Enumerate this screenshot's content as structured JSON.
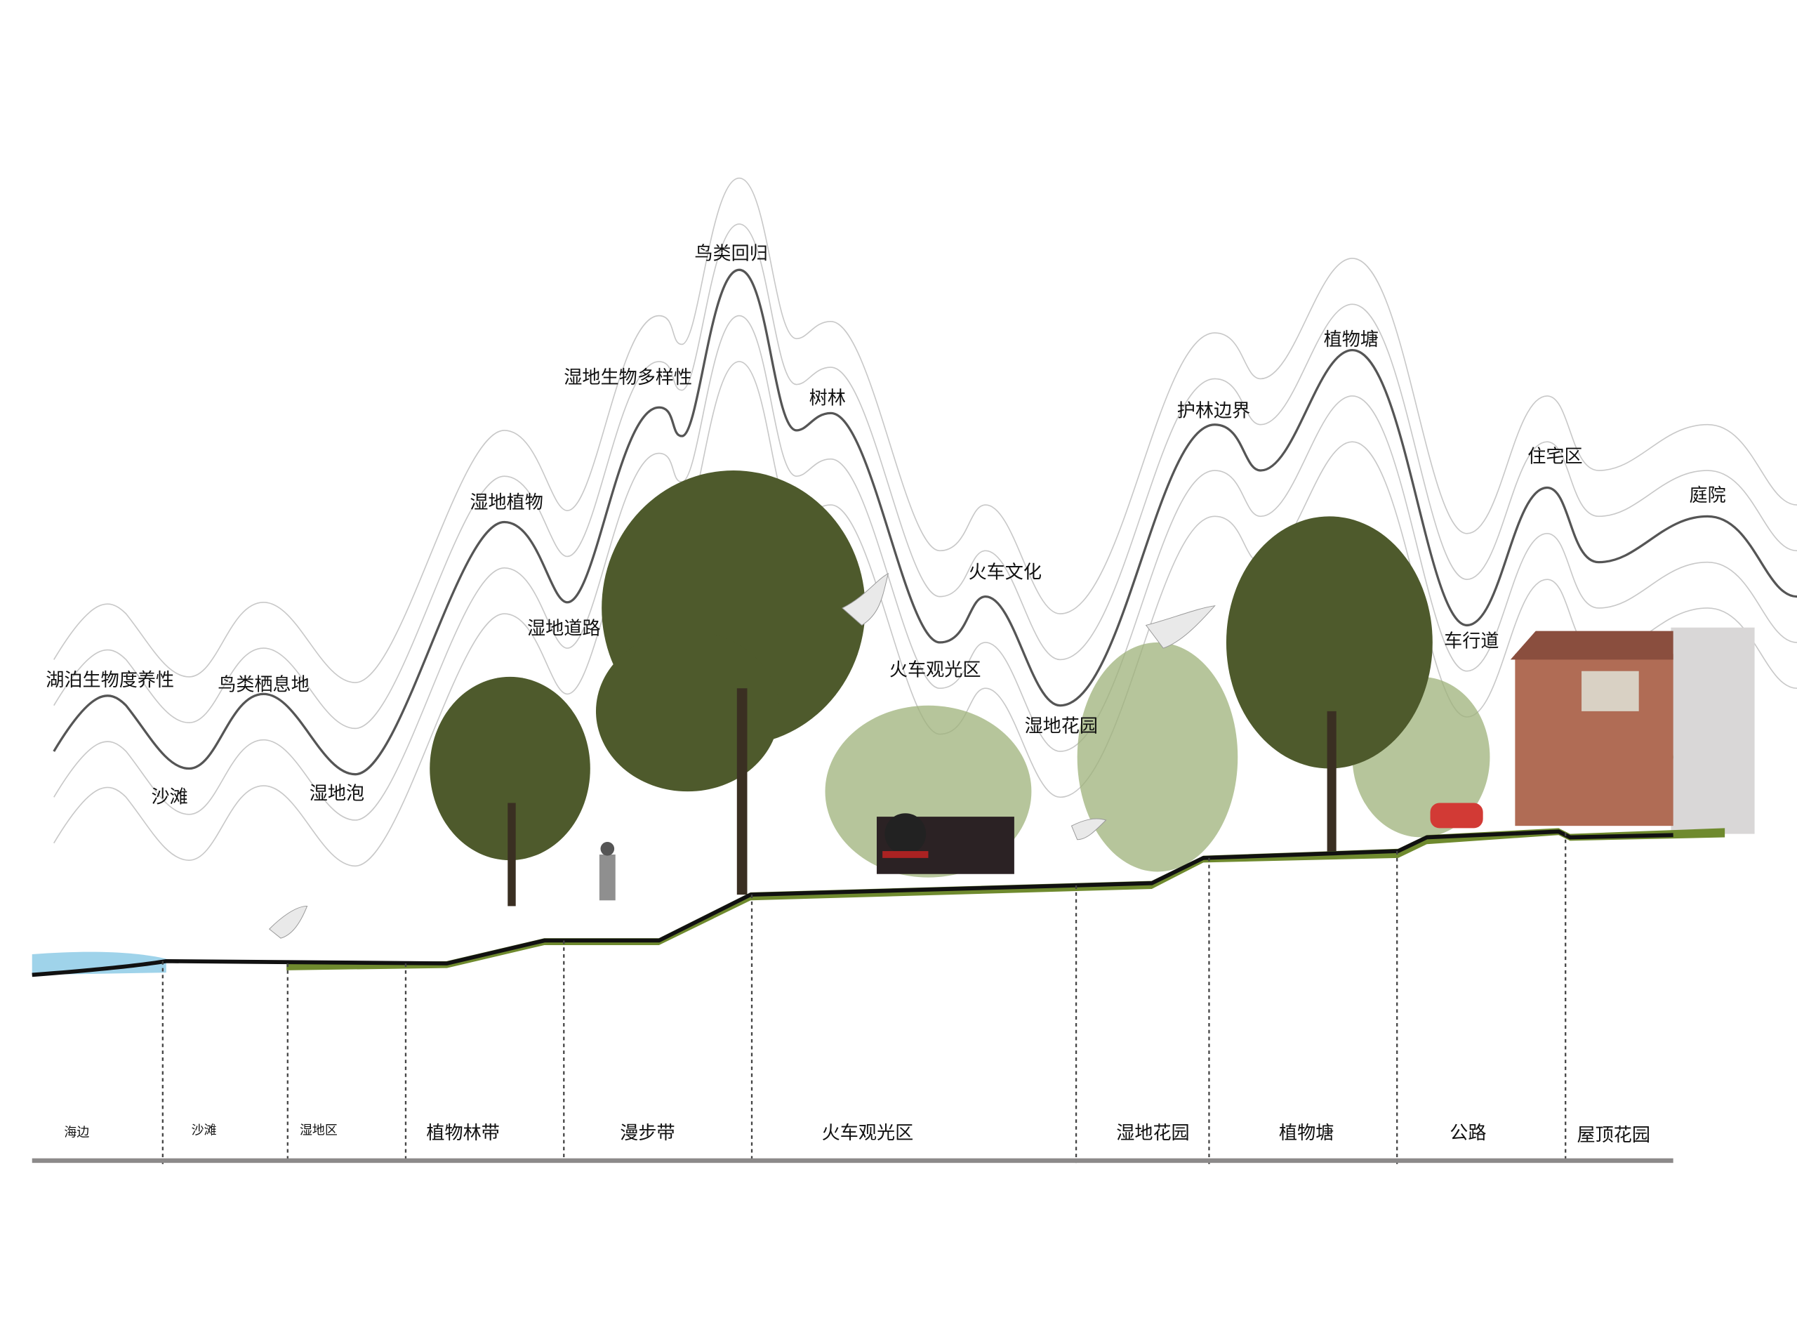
{
  "curve_labels": {
    "lake_biodiversity": "湖泊生物度养性",
    "beach": "沙滩",
    "bird_habitat": "鸟类栖息地",
    "wetland_pond": "湿地泡",
    "wetland_plants": "湿地植物",
    "wetland_road": "湿地道路",
    "wetland_biodiversity": "湿地生物多样性",
    "bird_return": "鸟类回归",
    "woods": "树林",
    "train_culture": "火车文化",
    "train_sightseeing": "火车观光区",
    "wetland_garden": "湿地花园",
    "forest_border": "护林边界",
    "plant_pond": "植物塘",
    "driveway": "车行道",
    "residential": "住宅区",
    "courtyard": "庭院"
  },
  "zones": [
    "海边",
    "沙滩",
    "湿地区",
    "植物林带",
    "漫步带",
    "火车观光区",
    "湿地花园",
    "植物塘",
    "公路",
    "屋顶花园"
  ],
  "colors": {
    "ground": "#111111",
    "grass": "#6f8a2e",
    "tree": "#4e5a2c",
    "baseline": "#8c8a8a",
    "water": "#9fd3ea"
  }
}
